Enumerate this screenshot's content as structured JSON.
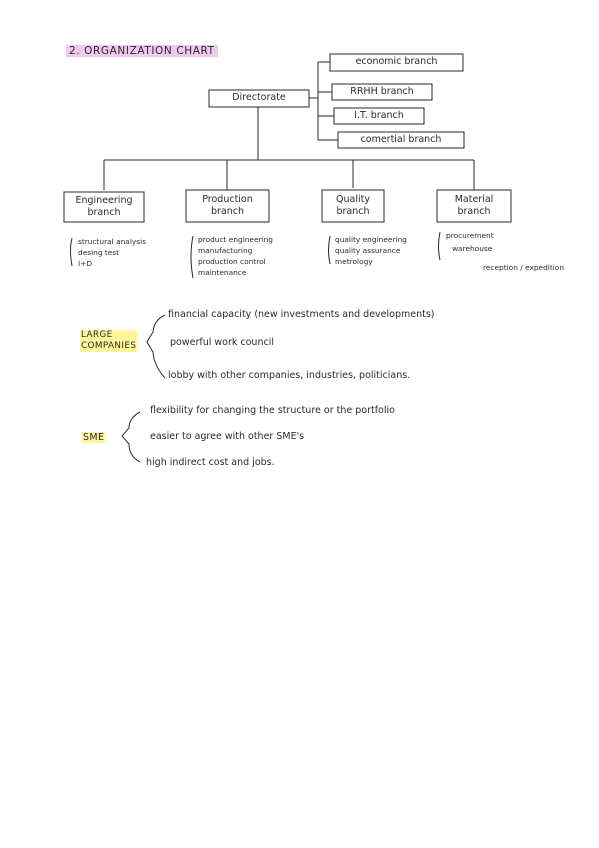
{
  "title": "2. ORGANIZATION CHART",
  "org": {
    "top": "Directorate",
    "side_branches": [
      "economic branch",
      "RRHH branch",
      "I.T. branch",
      "comertial branch"
    ],
    "branches": [
      {
        "name_line1": "Engineering",
        "name_line2": "branch",
        "items": [
          "structural analysis",
          "desing test",
          "I+D"
        ]
      },
      {
        "name_line1": "Production",
        "name_line2": "branch",
        "items": [
          "product engineering",
          "manufacturing",
          "production control",
          "maintenance"
        ]
      },
      {
        "name_line1": "Quality",
        "name_line2": "branch",
        "items": [
          "quality engineering",
          "quality assurance",
          "metrology"
        ]
      },
      {
        "name_line1": "Material",
        "name_line2": "branch",
        "items": [
          "procurement",
          "warehouse",
          "reception / expedition"
        ]
      }
    ]
  },
  "large": {
    "label_line1": "LARGE",
    "label_line2": "COMPANIES",
    "points": [
      "financial capacity (new investments and developments)",
      "powerful work council",
      "lobby with other companies, industries, politicians."
    ]
  },
  "sme": {
    "label": "SME",
    "points": [
      "flexibility for changing the structure or the portfolio",
      "easier to agree with other SME's",
      "high indirect cost and jobs."
    ]
  },
  "colors": {
    "title_highlight": "#eec9ee",
    "label_highlight": "#fff59a",
    "ink": "#2a2a2a"
  }
}
